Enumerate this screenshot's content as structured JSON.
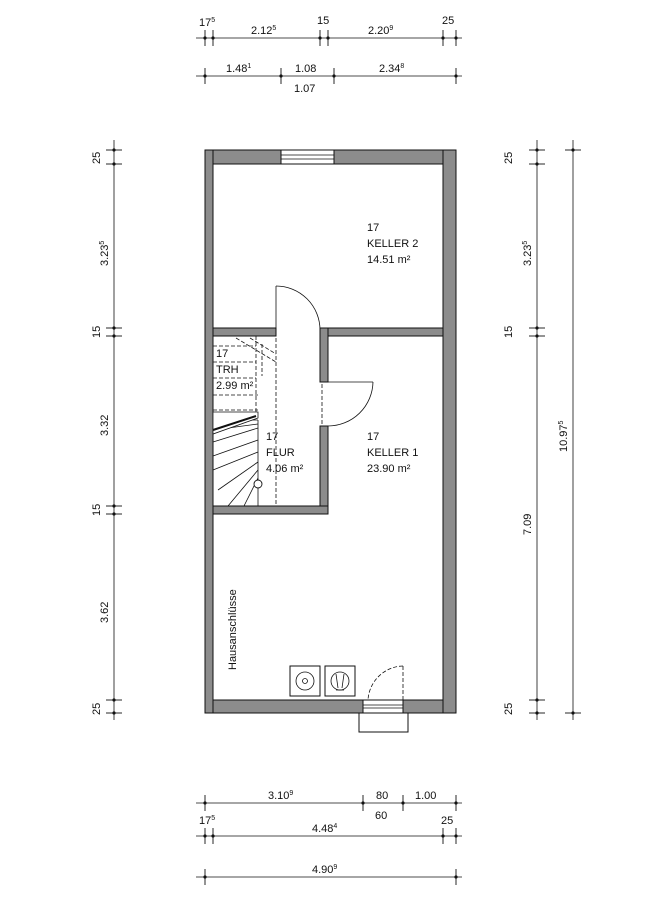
{
  "dimensions": {
    "top_row1": [
      {
        "main": "17",
        "sup": "5"
      },
      {
        "main": "2.12",
        "sup": "5"
      },
      {
        "main": "15",
        "sup": ""
      },
      {
        "main": "2.20",
        "sup": "9"
      },
      {
        "main": "25",
        "sup": ""
      }
    ],
    "top_row2": [
      {
        "main": "1.48",
        "sup": "1"
      },
      {
        "main": "1.08",
        "sup": ""
      },
      {
        "main": "2.34",
        "sup": "8"
      }
    ],
    "top_row2_below": {
      "main": "1.07",
      "sup": ""
    },
    "left": [
      {
        "main": "25",
        "sup": ""
      },
      {
        "main": "3.23",
        "sup": "5"
      },
      {
        "main": "15",
        "sup": ""
      },
      {
        "main": "3.32",
        "sup": ""
      },
      {
        "main": "15",
        "sup": ""
      },
      {
        "main": "3.62",
        "sup": ""
      },
      {
        "main": "25",
        "sup": ""
      }
    ],
    "right_inner": [
      {
        "main": "25",
        "sup": ""
      },
      {
        "main": "3.23",
        "sup": "5"
      },
      {
        "main": "15",
        "sup": ""
      },
      {
        "main": "7.09",
        "sup": ""
      },
      {
        "main": "25",
        "sup": ""
      }
    ],
    "right_outer": {
      "main": "10.97",
      "sup": "5"
    },
    "bottom_row1": [
      {
        "main": "3.10",
        "sup": "9"
      },
      {
        "main": "80",
        "sup": ""
      },
      {
        "main": "1.00",
        "sup": ""
      }
    ],
    "bottom_row1_below": {
      "main": "60",
      "sup": ""
    },
    "bottom_row2": [
      {
        "main": "17",
        "sup": "5"
      },
      {
        "main": "4.48",
        "sup": "4"
      },
      {
        "main": "25",
        "sup": ""
      }
    ],
    "bottom_row3": {
      "main": "4.90",
      "sup": "9"
    }
  },
  "rooms": {
    "keller2": {
      "level": "17",
      "name": "KELLER 2",
      "area": "14.51 m²"
    },
    "trh": {
      "level": "17",
      "name": "TRH",
      "area": "2.99 m²"
    },
    "flur": {
      "level": "17",
      "name": "FLUR",
      "area": "4.06 m²"
    },
    "keller1": {
      "level": "17",
      "name": "KELLER 1",
      "area": "23.90 m²"
    }
  },
  "annotations": {
    "utility_label": "Hausanschlüsse"
  }
}
